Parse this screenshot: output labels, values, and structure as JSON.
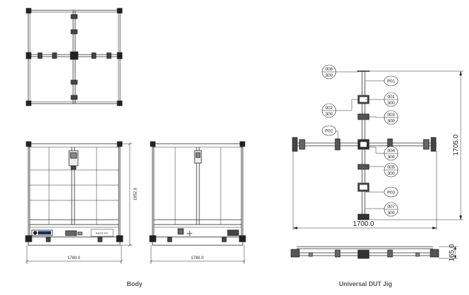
{
  "captions": {
    "body": "Body",
    "jig": "Universal DUT Jig"
  },
  "body_views": {
    "front_width": "1780.0",
    "side_width": "1780.0",
    "height": "1952.0",
    "label_panel_text": "RACE PC"
  },
  "jig_views": {
    "width": "1700.0",
    "height": "1705.0",
    "base_height": "165.0",
    "position_tags": {
      "p01": "P01",
      "p02": "P02",
      "p03": "P03"
    },
    "angle_tags": {
      "t006": {
        "top": "006",
        "bottom": "300"
      },
      "t002": {
        "top": "002",
        "bottom": "300"
      },
      "t001": {
        "top": "001",
        "bottom": "300"
      },
      "t003": {
        "top": "003",
        "bottom": "300"
      },
      "t004": {
        "top": "004",
        "bottom": "300"
      },
      "t005": {
        "top": "005",
        "bottom": "300"
      },
      "t007": {
        "top": "007",
        "bottom": "300"
      }
    }
  }
}
